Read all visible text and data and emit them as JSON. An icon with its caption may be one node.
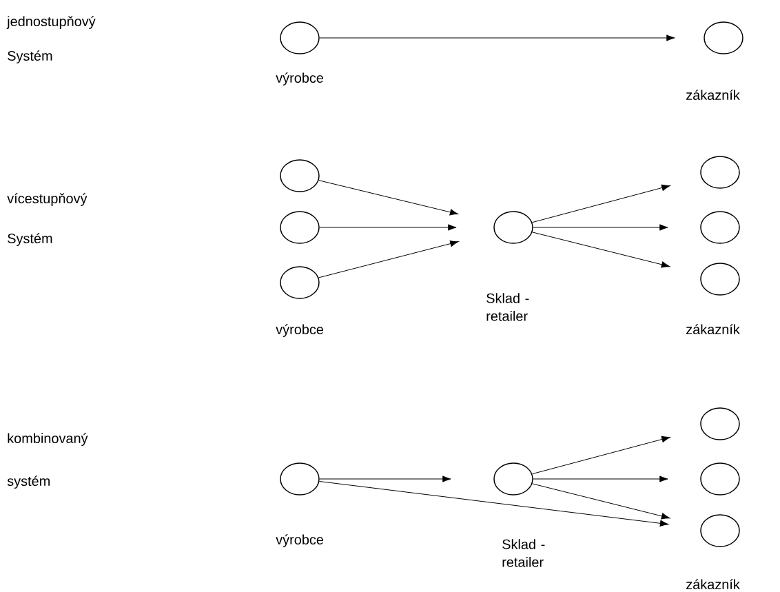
{
  "diagram": {
    "nodes": [
      {
        "text": [],
        "shape": "circle",
        "beside": [
          "výrobce"
        ]
      },
      {
        "text": [],
        "shape": "circle",
        "beside": [
          "zákazník"
        ]
      },
      {
        "text": [],
        "shape": "circle"
      },
      {
        "text": [],
        "shape": "circle"
      },
      {
        "text": [],
        "shape": "circle",
        "beside": [
          "výrobce"
        ]
      },
      {
        "text": [],
        "shape": "circle",
        "beside": [
          "Sklad - retailer"
        ]
      },
      {
        "text": [],
        "shape": "circle"
      },
      {
        "text": [],
        "shape": "circle"
      },
      {
        "text": [],
        "shape": "circle",
        "beside": [
          "zákazník"
        ]
      },
      {
        "text": [],
        "shape": "circle",
        "beside": [
          "výrobce"
        ]
      },
      {
        "text": [],
        "shape": "circle",
        "beside": [
          "Sklad - retailer"
        ]
      },
      {
        "text": [],
        "shape": "circle"
      },
      {
        "text": [],
        "shape": "circle"
      },
      {
        "text": [],
        "shape": "circle",
        "beside": [
          "zákazník"
        ]
      }
    ],
    "edges": [
      {
        "from": 0,
        "to": 1,
        "arrow": "to"
      },
      {
        "from": 2,
        "to": 5,
        "arrow": "to"
      },
      {
        "from": 3,
        "to": 5,
        "arrow": "to"
      },
      {
        "from": 4,
        "to": 5,
        "arrow": "to"
      },
      {
        "from": 5,
        "to": 6,
        "arrow": "to"
      },
      {
        "from": 5,
        "to": 7,
        "arrow": "to"
      },
      {
        "from": 5,
        "to": 8,
        "arrow": "to"
      },
      {
        "from": 9,
        "to": 10,
        "arrow": "to"
      },
      {
        "from": 9,
        "to": 13,
        "arrow": "to"
      },
      {
        "from": 10,
        "to": 11,
        "arrow": "to"
      },
      {
        "from": 10,
        "to": 12,
        "arrow": "to"
      },
      {
        "from": 10,
        "to": 13,
        "arrow": "to"
      }
    ],
    "labels": [
      "jednostupňový",
      "Systém",
      "vícestupňový",
      "Systém",
      "kombinovaný",
      "systém"
    ]
  }
}
